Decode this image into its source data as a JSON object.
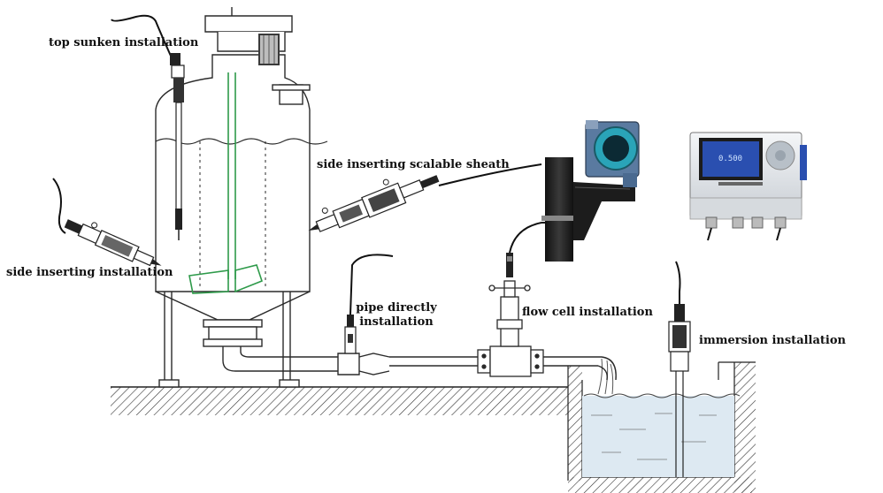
{
  "labels": {
    "top_sunken": "top sunken installation",
    "side_inserting": "side inserting installation",
    "side_scalable": "side inserting scalable sheath",
    "pipe_directly_1": "pipe directly",
    "pipe_directly_2": "installation",
    "flow_cell": "flow cell installation",
    "immersion": "immersion installation"
  },
  "colors": {
    "line": "#2a2a2a",
    "agitator": "#2e9a4a",
    "transmitter_body": "#5a7aa0",
    "transmitter_face": "#2aa4b8",
    "analyzer_screen": "#2a4fb0",
    "hatch": "#333333",
    "water": "#dde9f2"
  },
  "icons": {
    "transmitter": "round-display-transmitter-icon",
    "analyzer": "wall-mounted-analyzer-icon",
    "motor": "motor-icon",
    "sensor": "probe-sensor-icon"
  }
}
